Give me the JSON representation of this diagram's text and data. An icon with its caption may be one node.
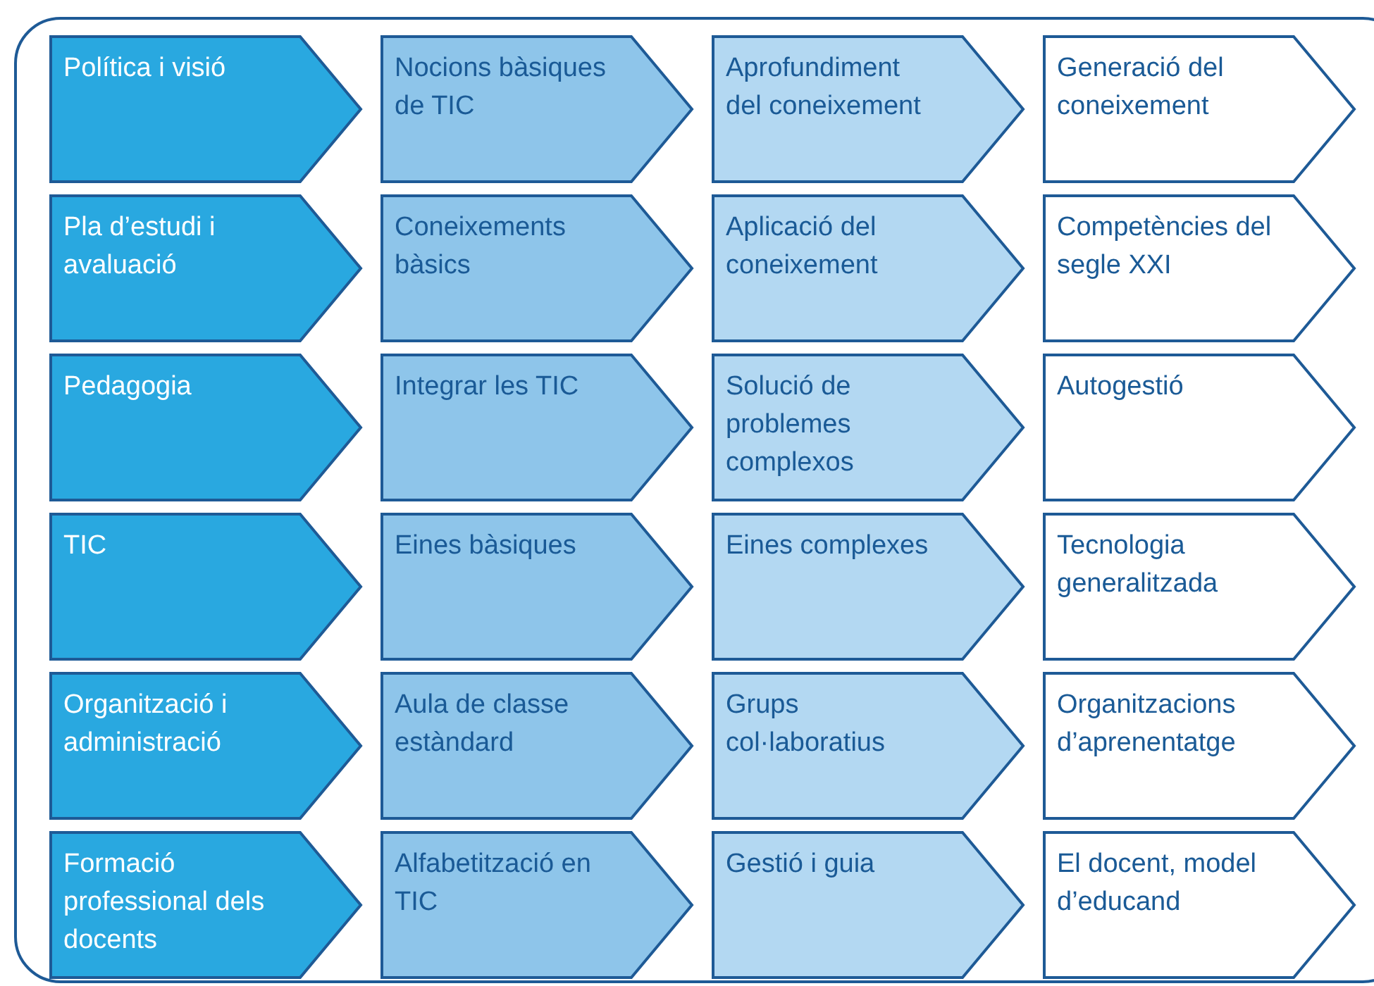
{
  "diagram": {
    "nodes": [
      {
        "text": [],
        "shape": "box"
      },
      {
        "text": [
          "Política i visió"
        ],
        "in": 0
      },
      {
        "text": [
          "Nocions bàsiques de TIC"
        ],
        "in": 0
      },
      {
        "text": [
          "Aprofundiment del coneixement"
        ],
        "in": 0
      },
      {
        "text": [
          "Generació del coneixement"
        ],
        "in": 0
      },
      {
        "text": [
          "Pla d’estudi i avaluació"
        ],
        "in": 0
      },
      {
        "text": [
          "Coneixements bàsics"
        ],
        "in": 0
      },
      {
        "text": [
          "Aplicació del coneixement"
        ],
        "in": 0
      },
      {
        "text": [
          "Competències del segle XXI"
        ],
        "in": 0
      },
      {
        "text": [
          "Pedagogia"
        ],
        "in": 0
      },
      {
        "text": [
          "Integrar les TIC"
        ],
        "in": 0
      },
      {
        "text": [
          "Solució de problemes complexos"
        ],
        "in": 0
      },
      {
        "text": [
          "Autogestió"
        ],
        "in": 0
      },
      {
        "text": [
          "TIC"
        ],
        "in": 0
      },
      {
        "text": [
          "Eines bàsiques"
        ],
        "in": 0
      },
      {
        "text": [
          "Eines complexes"
        ],
        "in": 0
      },
      {
        "text": [
          "Tecnologia generalitzada"
        ],
        "in": 0
      },
      {
        "text": [
          "Organització i administració"
        ],
        "in": 0
      },
      {
        "text": [
          "Aula de classe estàndard"
        ],
        "in": 0
      },
      {
        "text": [
          "Grups col·laboratius"
        ],
        "in": 0
      },
      {
        "text": [
          "Organitzacions d’aprenentatge"
        ],
        "in": 0
      },
      {
        "text": [
          "Formació professional dels docents"
        ],
        "in": 0
      },
      {
        "text": [
          "Alfabetització en TIC"
        ],
        "in": 0
      },
      {
        "text": [
          "Gestió i guia"
        ],
        "in": 0
      },
      {
        "text": [
          "El docent, model d’educand"
        ],
        "in": 0
      }
    ]
  }
}
